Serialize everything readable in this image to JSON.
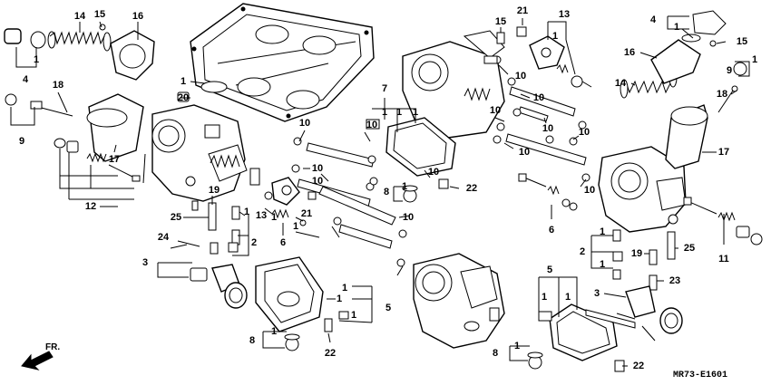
{
  "diagram_code": "MR73-E1601",
  "front_marker": "FR.",
  "callouts": [
    {
      "id": "c14a",
      "text": "14"
    },
    {
      "id": "c15a",
      "text": "15"
    },
    {
      "id": "c16a",
      "text": "16"
    },
    {
      "id": "c4a",
      "text": "4"
    },
    {
      "id": "c1a",
      "text": "1"
    },
    {
      "id": "c18a",
      "text": "18"
    },
    {
      "id": "c9a",
      "text": "9"
    },
    {
      "id": "c17a",
      "text": "17"
    },
    {
      "id": "c12",
      "text": "12"
    },
    {
      "id": "c1b",
      "text": "1"
    },
    {
      "id": "c20",
      "text": "20"
    },
    {
      "id": "c10a",
      "text": "10"
    },
    {
      "id": "c10b",
      "text": "10"
    },
    {
      "id": "c10c",
      "text": "10"
    },
    {
      "id": "c10d",
      "text": "10"
    },
    {
      "id": "c10e",
      "text": "10"
    },
    {
      "id": "c10f",
      "text": "10"
    },
    {
      "id": "c19a",
      "text": "19"
    },
    {
      "id": "c25a",
      "text": "25"
    },
    {
      "id": "c1c",
      "text": "1"
    },
    {
      "id": "c13a",
      "text": "13"
    },
    {
      "id": "c1d",
      "text": "1"
    },
    {
      "id": "c21a",
      "text": "21"
    },
    {
      "id": "c1e",
      "text": "1"
    },
    {
      "id": "c2a",
      "text": "2"
    },
    {
      "id": "c6a",
      "text": "6"
    },
    {
      "id": "c24",
      "text": "24"
    },
    {
      "id": "c3a",
      "text": "3"
    },
    {
      "id": "c1f",
      "text": "1"
    },
    {
      "id": "c1g",
      "text": "1"
    },
    {
      "id": "c5a",
      "text": "5"
    },
    {
      "id": "c1h",
      "text": "1"
    },
    {
      "id": "c8a",
      "text": "8"
    },
    {
      "id": "c1i",
      "text": "1"
    },
    {
      "id": "c22a",
      "text": "22"
    },
    {
      "id": "c7",
      "text": "7"
    },
    {
      "id": "c1j",
      "text": "1"
    },
    {
      "id": "c1k",
      "text": "1"
    },
    {
      "id": "c1l",
      "text": "1"
    },
    {
      "id": "c8b",
      "text": "8"
    },
    {
      "id": "c1m",
      "text": "1"
    },
    {
      "id": "c22b",
      "text": "22"
    },
    {
      "id": "c15b",
      "text": "15"
    },
    {
      "id": "c21b",
      "text": "21"
    },
    {
      "id": "c13b",
      "text": "13"
    },
    {
      "id": "c1n",
      "text": "1"
    },
    {
      "id": "c10g",
      "text": "10"
    },
    {
      "id": "c10h",
      "text": "10"
    },
    {
      "id": "c10i",
      "text": "10"
    },
    {
      "id": "c10j",
      "text": "10"
    },
    {
      "id": "c10k",
      "text": "10"
    },
    {
      "id": "c10l",
      "text": "10"
    },
    {
      "id": "c10m",
      "text": "10"
    },
    {
      "id": "c6b",
      "text": "6"
    },
    {
      "id": "c4b",
      "text": "4"
    },
    {
      "id": "c1o",
      "text": "1"
    },
    {
      "id": "c16b",
      "text": "16"
    },
    {
      "id": "c15c",
      "text": "15"
    },
    {
      "id": "c9b",
      "text": "9"
    },
    {
      "id": "c1p",
      "text": "1"
    },
    {
      "id": "c14b",
      "text": "14"
    },
    {
      "id": "c18b",
      "text": "18"
    },
    {
      "id": "c17b",
      "text": "17"
    },
    {
      "id": "c11",
      "text": "11"
    },
    {
      "id": "c2b",
      "text": "2"
    },
    {
      "id": "c1q",
      "text": "1"
    },
    {
      "id": "c1r",
      "text": "1"
    },
    {
      "id": "c19b",
      "text": "19"
    },
    {
      "id": "c25b",
      "text": "25"
    },
    {
      "id": "c23",
      "text": "23"
    },
    {
      "id": "c3b",
      "text": "3"
    },
    {
      "id": "c5b",
      "text": "5"
    },
    {
      "id": "c1s",
      "text": "1"
    },
    {
      "id": "c1t",
      "text": "1"
    },
    {
      "id": "c8c",
      "text": "8"
    },
    {
      "id": "c1u",
      "text": "1"
    },
    {
      "id": "c22c",
      "text": "22"
    }
  ]
}
